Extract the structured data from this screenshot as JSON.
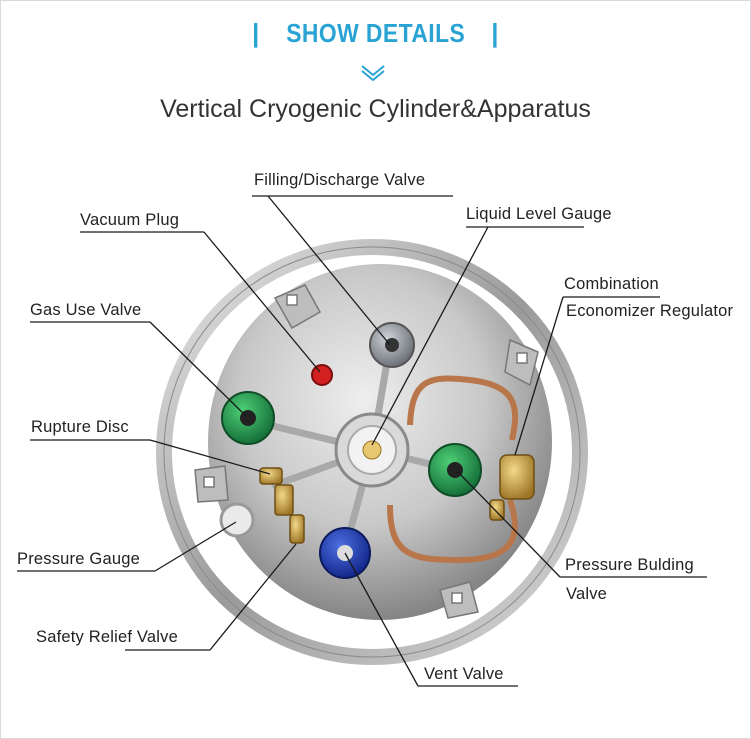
{
  "header": {
    "title": "SHOW DETAILS",
    "subtitle": "Vertical Cryogenic Cylinder&Apparatus",
    "accent_color": "#29a3d4"
  },
  "labels": {
    "filling_discharge_valve": "Filling/Discharge Valve",
    "vacuum_plug": "Vacuum Plug",
    "liquid_level_gauge": "Liquid Level Gauge",
    "combination_line1": "Combination",
    "economizer_regulator": "Economizer Regulator",
    "gas_use_valve": "Gas Use Valve",
    "rupture_disc": "Rupture Disc",
    "pressure_gauge": "Pressure Gauge",
    "safety_relief_valve": "Safety Relief  Valve",
    "pressure_building_line1": "Pressure Bulding",
    "pressure_building_line2": "Valve",
    "vent_valve": "Vent Valve"
  },
  "icons": [
    "chevron-down-icon"
  ]
}
